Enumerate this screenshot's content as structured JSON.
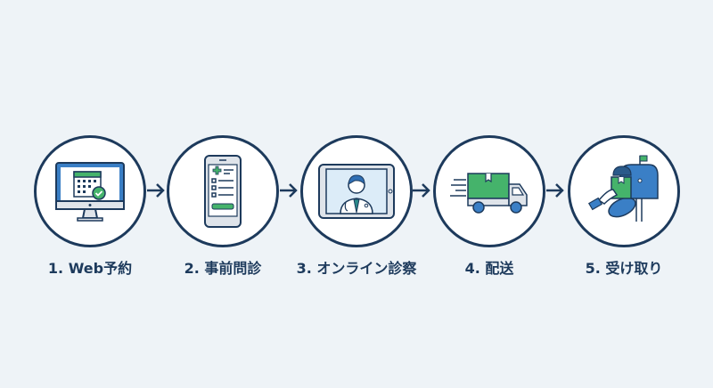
{
  "steps": [
    {
      "label": "1. Web予約",
      "icon": "computer-calendar-icon"
    },
    {
      "label": "2. 事前問診",
      "icon": "phone-checklist-icon"
    },
    {
      "label": "3. オンライン診察",
      "icon": "tablet-doctor-icon"
    },
    {
      "label": "4. 配送",
      "icon": "delivery-truck-icon"
    },
    {
      "label": "5. 受け取り",
      "icon": "mailbox-package-icon"
    }
  ],
  "colors": {
    "navy": "#1d3a5c",
    "blue": "#3a7fc6",
    "green": "#45b36b",
    "background": "#eef3f7"
  }
}
